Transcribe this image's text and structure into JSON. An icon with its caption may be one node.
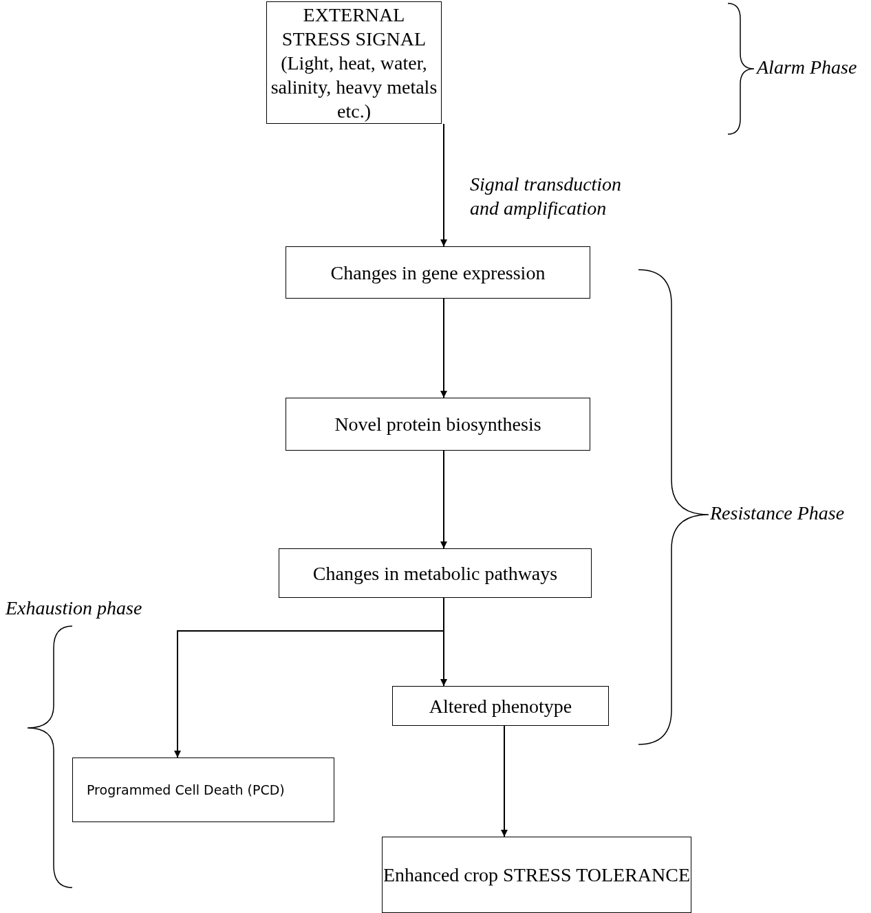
{
  "diagram": {
    "nodes": [
      {
        "text": [
          "EXTERNAL STRESS SIGNAL",
          "(Light, heat, water, salinity, heavy metals etc.)"
        ]
      },
      {
        "text": [
          "Changes in gene expression"
        ]
      },
      {
        "text": [
          "Novel protein biosynthesis"
        ]
      },
      {
        "text": [
          "Changes in metabolic pathways"
        ]
      },
      {
        "text": [
          "Altered phenotype"
        ]
      },
      {
        "text": [
          "Programmed Cell Death (PCD)"
        ]
      },
      {
        "text": [
          "Enhanced crop STRESS TOLERANCE"
        ]
      }
    ],
    "edges": [
      {
        "from": 0,
        "to": 1,
        "arrow": "to",
        "label": "Signal transduction and amplification"
      },
      {
        "from": 1,
        "to": 2,
        "arrow": "to"
      },
      {
        "from": 2,
        "to": 3,
        "arrow": "to"
      },
      {
        "from": 3,
        "to": 4,
        "arrow": "to"
      },
      {
        "from": 3,
        "to": 5,
        "arrow": "to"
      },
      {
        "from": 4,
        "to": 6,
        "arrow": "to"
      }
    ],
    "labels": [
      "Alarm Phase",
      "Resistance Phase",
      "Exhaustion phase"
    ]
  }
}
